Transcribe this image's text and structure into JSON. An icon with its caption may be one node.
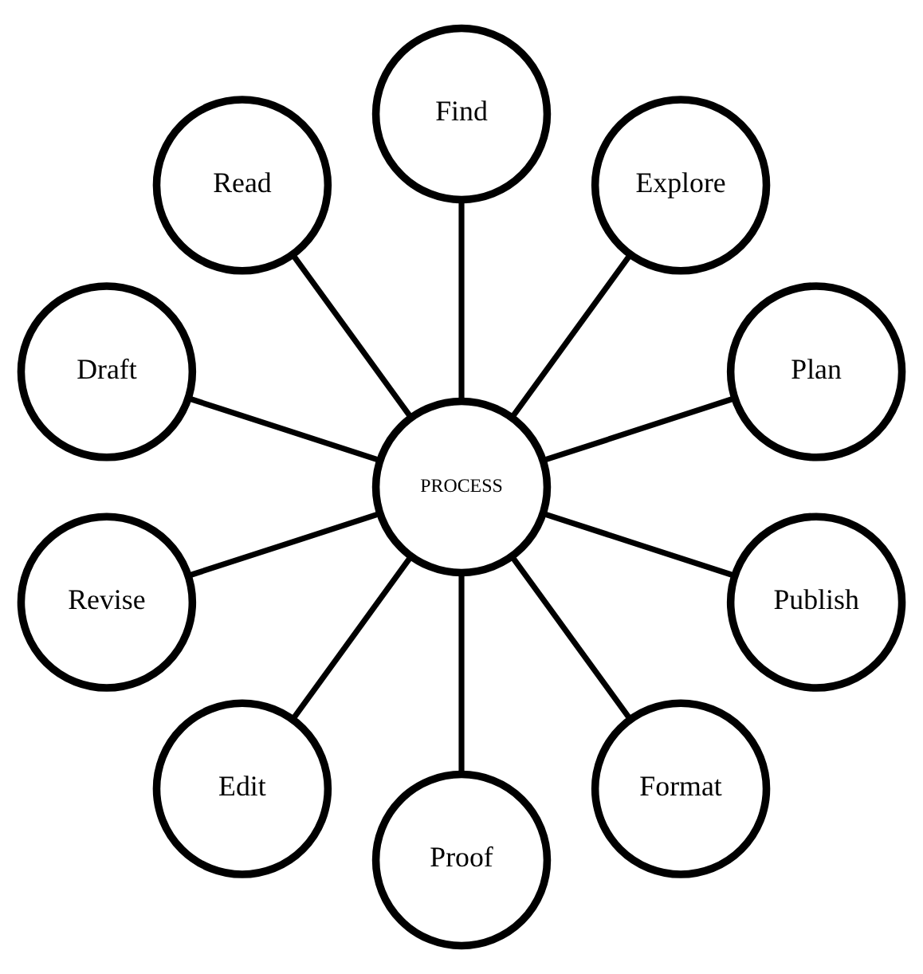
{
  "diagram": {
    "nodes": [
      {
        "text": [
          "PROCESS"
        ]
      },
      {
        "text": [
          "Plan"
        ]
      },
      {
        "text": [
          "Explore"
        ]
      },
      {
        "text": [
          "Find"
        ]
      },
      {
        "text": [
          "Read"
        ]
      },
      {
        "text": [
          "Draft"
        ]
      },
      {
        "text": [
          "Revise"
        ]
      },
      {
        "text": [
          "Edit"
        ]
      },
      {
        "text": [
          "Proof"
        ]
      },
      {
        "text": [
          "Format"
        ]
      },
      {
        "text": [
          "Publish"
        ]
      }
    ],
    "edges": [
      {
        "from": 0,
        "to": 1,
        "arrow": "none"
      },
      {
        "from": 0,
        "to": 2,
        "arrow": "none"
      },
      {
        "from": 0,
        "to": 3,
        "arrow": "none"
      },
      {
        "from": 0,
        "to": 4,
        "arrow": "none"
      },
      {
        "from": 0,
        "to": 5,
        "arrow": "none"
      },
      {
        "from": 0,
        "to": 6,
        "arrow": "none"
      },
      {
        "from": 0,
        "to": 7,
        "arrow": "none"
      },
      {
        "from": 0,
        "to": 8,
        "arrow": "none"
      },
      {
        "from": 0,
        "to": 9,
        "arrow": "none"
      },
      {
        "from": 0,
        "to": 10,
        "arrow": "none"
      }
    ]
  }
}
